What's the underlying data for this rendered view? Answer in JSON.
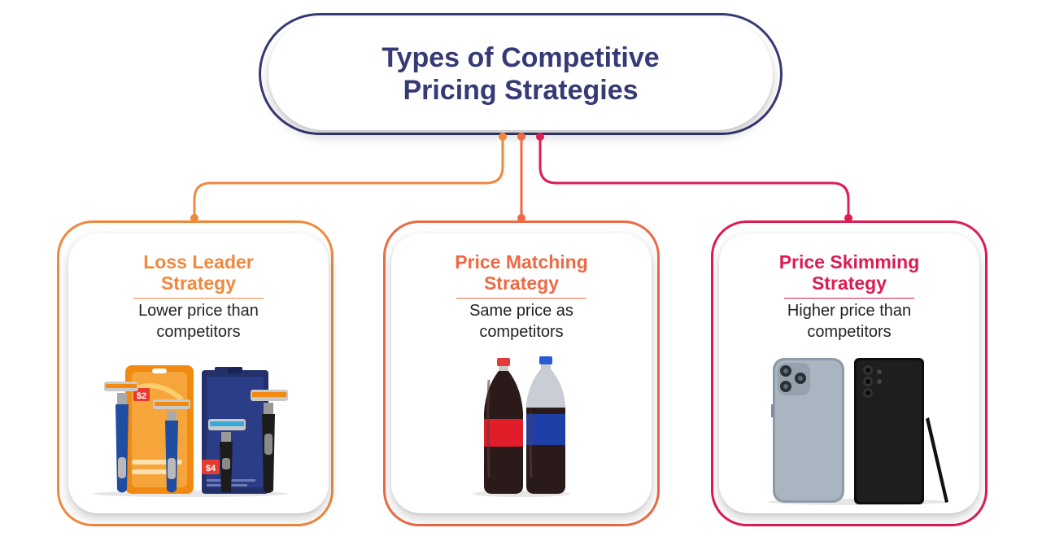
{
  "title": {
    "line1": "Types of Competitive",
    "line2": "Pricing Strategies"
  },
  "colors": {
    "navy": "#363a75",
    "orange": "#f0883e",
    "coral": "#ec6a45",
    "crimson": "#dc1c52"
  },
  "strategies": [
    {
      "title_line1": "Loss Leader",
      "title_line2": "Strategy",
      "desc_line1": "Lower price than",
      "desc_line2": "competitors",
      "color": "#f0883e",
      "price_tags": [
        "$2",
        "$4"
      ],
      "image": "razor-packs"
    },
    {
      "title_line1": "Price Matching",
      "title_line2": "Strategy",
      "desc_line1": "Same price as",
      "desc_line2": "competitors",
      "color": "#ec6a45",
      "image": "soda-bottles"
    },
    {
      "title_line1": "Price Skimming",
      "title_line2": "Strategy",
      "desc_line1": "Higher price than",
      "desc_line2": "competitors",
      "color": "#dc1c52",
      "image": "smartphones"
    }
  ]
}
